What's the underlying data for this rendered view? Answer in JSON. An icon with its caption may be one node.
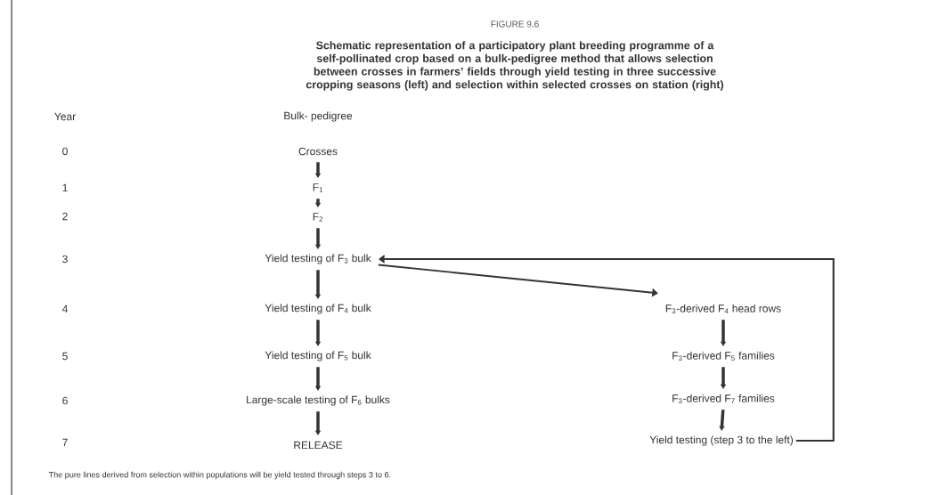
{
  "diagram": {
    "title": "Schematic representation of a participatory plant breeding programme of a self-pollinated crop based on a bulk-pedigree method that allows selection between crosses in farmers’ fields through yield testing in three successive cropping seasons (left) and selection within selected crosses on station (right)",
    "caption": "The pure lines derived from selection within populations will be yield tested through steps 3 to 6.",
    "nodes": [
      {
        "text": [
          "Crosses"
        ]
      },
      {
        "text": [
          "F$_{1}$"
        ]
      },
      {
        "text": [
          "F$_{2}$"
        ]
      },
      {
        "text": [
          "Yield testing of F$_{3}$ bulk"
        ]
      },
      {
        "text": [
          "Yield testing of F$_{4}$ bulk"
        ]
      },
      {
        "text": [
          "Yield testing of F$_{5}$ bulk"
        ]
      },
      {
        "text": [
          "Large-scale testing of F$_{6}$ bulks"
        ]
      },
      {
        "text": [
          "RELEASE"
        ]
      },
      {
        "text": [
          "F$_{3}$-derived F$_{4}$ head rows"
        ]
      },
      {
        "text": [
          "F$_{3}$-derived F$_{5}$ families"
        ]
      },
      {
        "text": [
          "F$_{3}$-derived F$_{7}$ families"
        ]
      },
      {
        "text": [
          "Yield testing (step 3 to the left)"
        ]
      }
    ],
    "edges": [
      {
        "from": 0,
        "to": 1,
        "arrow": "to"
      },
      {
        "from": 1,
        "to": 2,
        "arrow": "to"
      },
      {
        "from": 2,
        "to": 3,
        "arrow": "to"
      },
      {
        "from": 3,
        "to": 4,
        "arrow": "to"
      },
      {
        "from": 4,
        "to": 5,
        "arrow": "to"
      },
      {
        "from": 5,
        "to": 6,
        "arrow": "to"
      },
      {
        "from": 6,
        "to": 7,
        "arrow": "to"
      },
      {
        "from": 3,
        "to": 8,
        "arrow": "to"
      },
      {
        "from": 8,
        "to": 9,
        "arrow": "to"
      },
      {
        "from": 9,
        "to": 10,
        "arrow": "to"
      },
      {
        "from": 10,
        "to": 11,
        "arrow": "to"
      },
      {
        "from": 11,
        "to": 3,
        "arrow": "to"
      }
    ],
    "labels": [
      "FIGURE 9.6",
      "Year",
      "Bulk- pedigree",
      "0",
      "1",
      "2",
      "3",
      "4",
      "5",
      "6",
      "7"
    ]
  }
}
